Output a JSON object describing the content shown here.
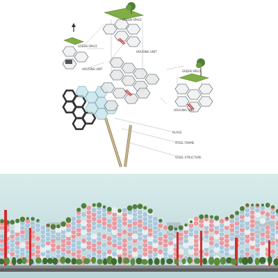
{
  "labels": {
    "green_space_top": "GREEN SPACE",
    "housing_unit_top": "HOUSING UNIT",
    "green_space_left": "GREEN SPACE",
    "housing_unit_left": "HOUSING UNIT",
    "green_space_right": "GREEN SPACE",
    "housing_unit_right": "HOUSING UNIT",
    "glass": "GLASS",
    "steel_frame": "STEEL FRAME",
    "steel_structure": "STEEL STRUCTURE"
  },
  "colors": {
    "glass": "#bfe2ea",
    "frame": "#333333",
    "stair": "#d23b3b",
    "greenery": "#7fae44",
    "trunk": "#b9a27a",
    "sky": "#cfe6e6",
    "housing_pink": "#e79a9f",
    "housing_blue": "#a9c8dc",
    "tower_red": "#d12c2c",
    "ground": "#6d6d6d"
  },
  "icons": [
    "tree-icon",
    "arrow-up-icon"
  ]
}
